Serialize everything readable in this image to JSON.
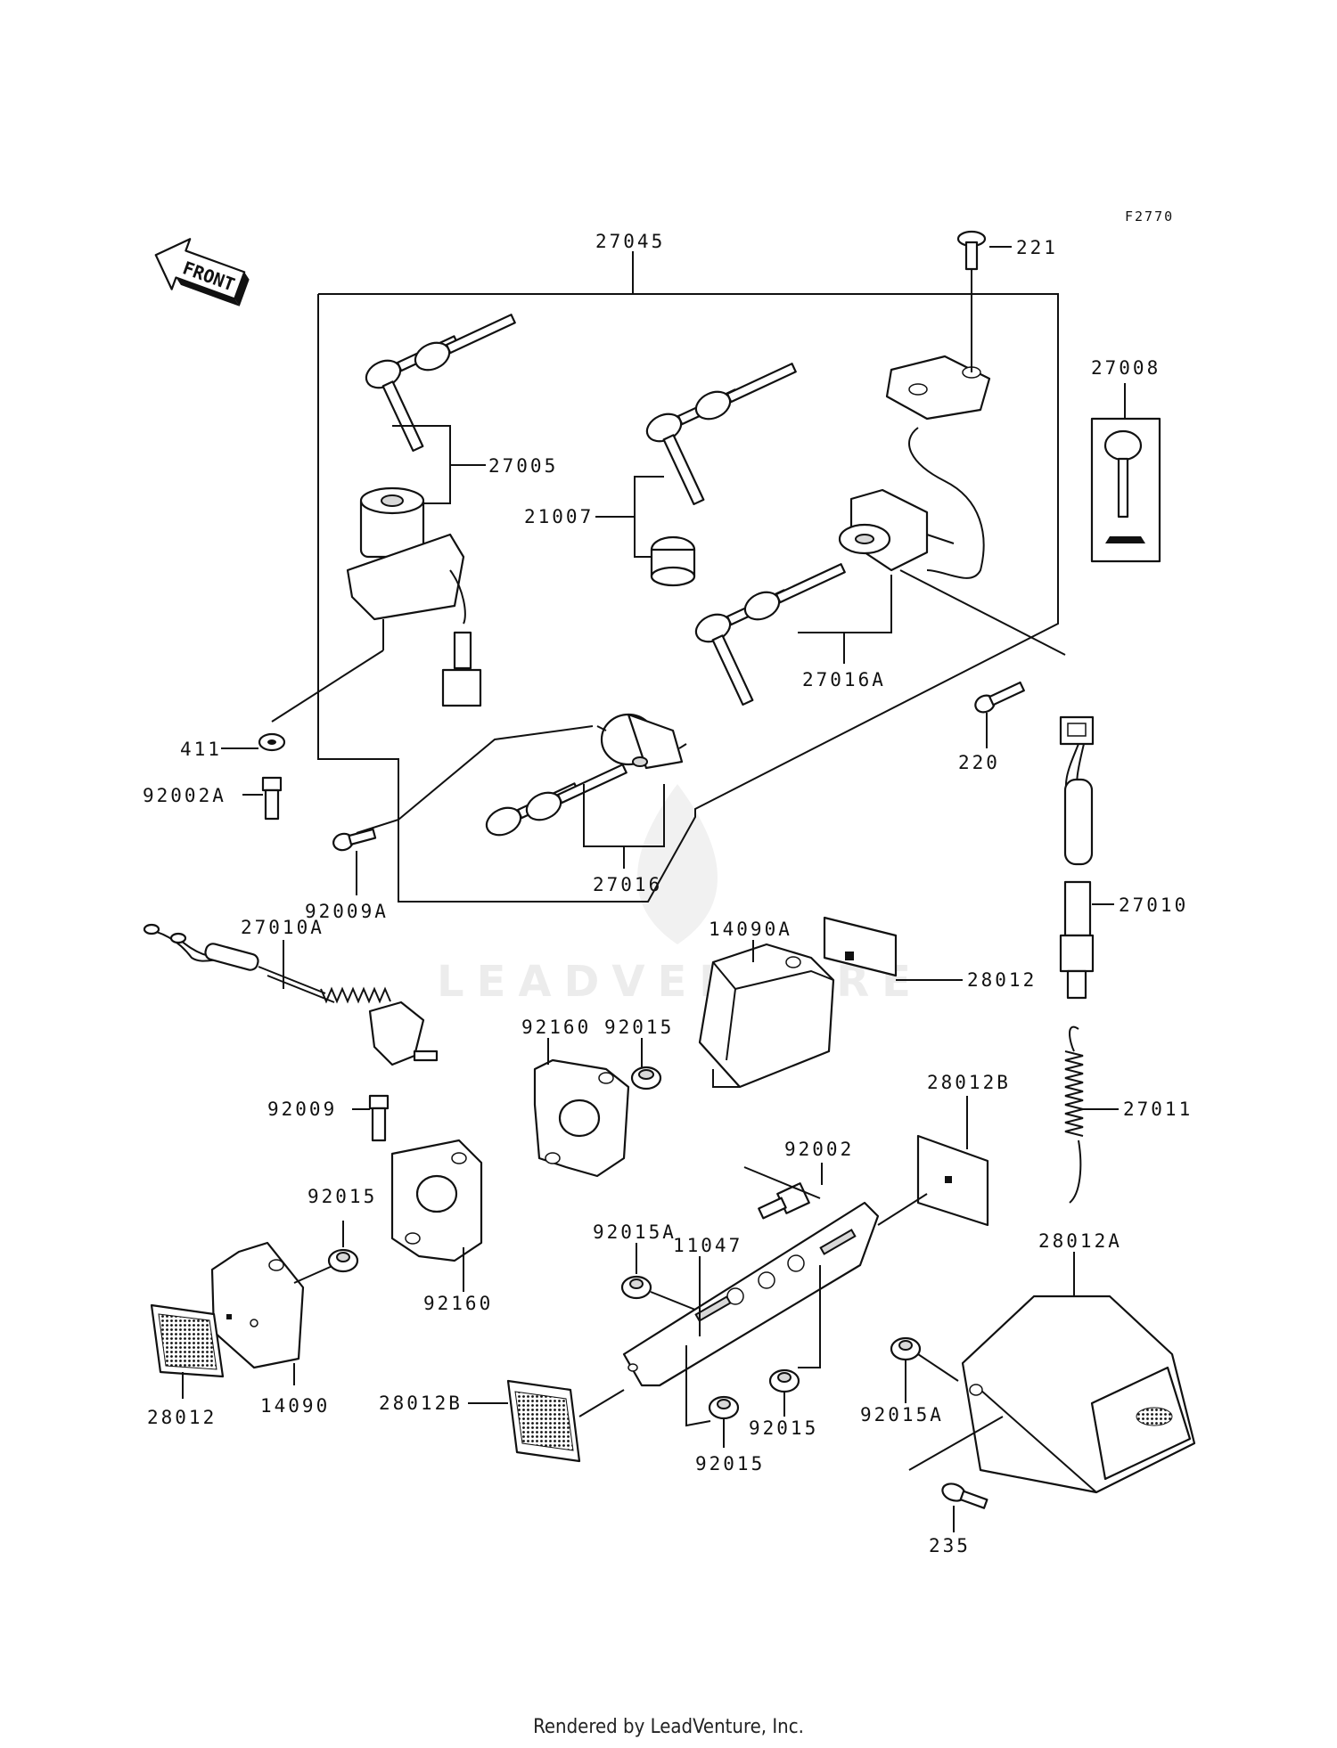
{
  "diagram_code": "F2770",
  "front_arrow_label": "FRONT",
  "watermark": "LEADVENTURE",
  "footer": "Rendered by LeadVenture, Inc.",
  "parts": [
    {
      "id": "p27045",
      "number": "27045"
    },
    {
      "id": "p221",
      "number": "221"
    },
    {
      "id": "p27008",
      "number": "27008"
    },
    {
      "id": "p27005",
      "number": "27005"
    },
    {
      "id": "p21007",
      "number": "21007"
    },
    {
      "id": "p27016A",
      "number": "27016A"
    },
    {
      "id": "p411",
      "number": "411"
    },
    {
      "id": "p92002A",
      "number": "92002A"
    },
    {
      "id": "p220",
      "number": "220"
    },
    {
      "id": "p92009A",
      "number": "92009A"
    },
    {
      "id": "p27016",
      "number": "27016"
    },
    {
      "id": "p27010",
      "number": "27010"
    },
    {
      "id": "p27010A",
      "number": "27010A"
    },
    {
      "id": "p14090A",
      "number": "14090A"
    },
    {
      "id": "p28012_top",
      "number": "28012"
    },
    {
      "id": "p92160_a",
      "number": "92160"
    },
    {
      "id": "p92015_a",
      "number": "92015"
    },
    {
      "id": "p92009",
      "number": "92009"
    },
    {
      "id": "p28012B_top",
      "number": "28012B"
    },
    {
      "id": "p27011",
      "number": "27011"
    },
    {
      "id": "p92002",
      "number": "92002"
    },
    {
      "id": "p92015_b",
      "number": "92015"
    },
    {
      "id": "p92015A_a",
      "number": "92015A"
    },
    {
      "id": "p11047",
      "number": "11047"
    },
    {
      "id": "p28012A",
      "number": "28012A"
    },
    {
      "id": "p92160_b",
      "number": "92160"
    },
    {
      "id": "p28012_bot",
      "number": "28012"
    },
    {
      "id": "p14090",
      "number": "14090"
    },
    {
      "id": "p28012B_bot",
      "number": "28012B"
    },
    {
      "id": "p92015_c",
      "number": "92015"
    },
    {
      "id": "p92015_d",
      "number": "92015"
    },
    {
      "id": "p92015A_b",
      "number": "92015A"
    },
    {
      "id": "p235",
      "number": "235"
    }
  ]
}
